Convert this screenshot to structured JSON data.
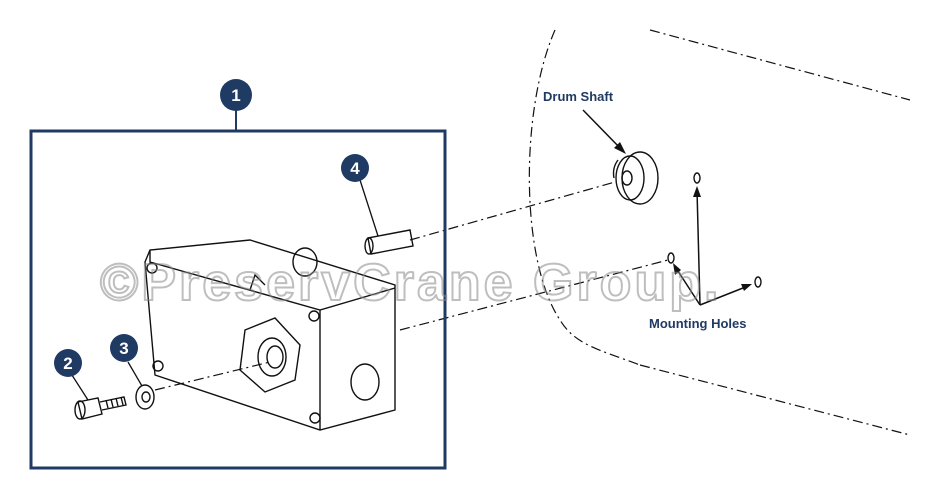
{
  "callouts": [
    {
      "id": "callout-1",
      "number": "1"
    },
    {
      "id": "callout-2",
      "number": "2"
    },
    {
      "id": "callout-3",
      "number": "3"
    },
    {
      "id": "callout-4",
      "number": "4"
    }
  ],
  "labels": {
    "drum_shaft": "Drum Shaft",
    "mounting_holes": "Mounting Holes"
  },
  "watermark": "©PreservCrane Group.",
  "colors": {
    "callout_fill": "#1f3a63",
    "frame_stroke": "#1f3a63",
    "label_text": "#1f3a63"
  }
}
